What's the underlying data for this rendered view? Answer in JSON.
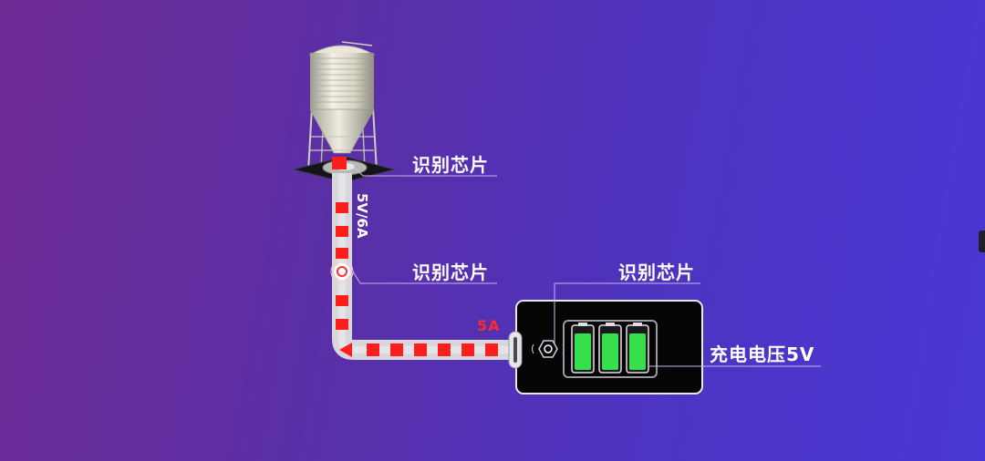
{
  "labels": {
    "chip_top": "识别芯片",
    "chip_middle": "识别芯片",
    "chip_battery": "识别芯片",
    "input_rating": "5V/6A",
    "output_current": "5A",
    "charge_voltage": "充电电压5V"
  },
  "battery": {
    "cells": [
      1,
      1,
      1
    ],
    "color": "#35e04b"
  },
  "colors": {
    "flow": "#ff1e1e",
    "cable": "#d8d8dc",
    "pointer_line": "#c9b6e8"
  },
  "icons": [
    "silo-icon",
    "chip-icon",
    "battery-icon"
  ]
}
